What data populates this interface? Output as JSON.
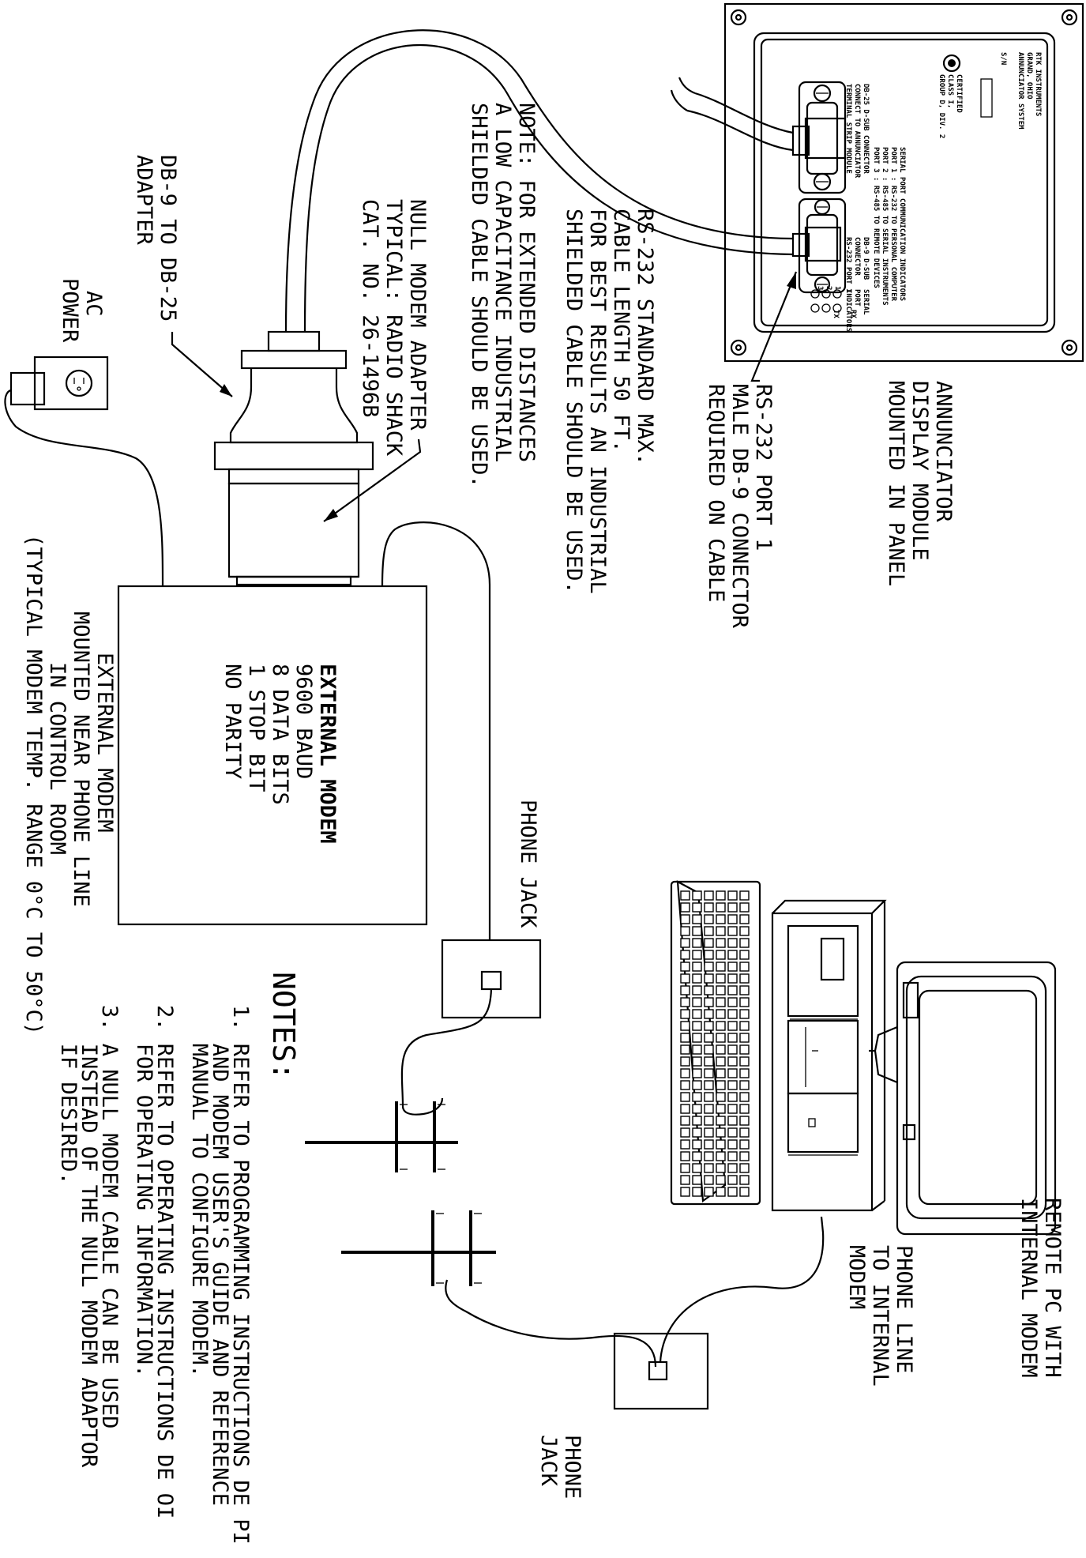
{
  "annunciator": {
    "label_lines": [
      "ANNUNCIATOR",
      "DISPLAY MODULE",
      "MOUNTED IN PANEL"
    ],
    "panel_header": [
      "RTK INSTRUMENTS",
      "GRAND, OHIO",
      "ANNUNCIATOR SYSTEM"
    ],
    "sn_label": "S/N",
    "cert_lines": [
      "CERTIFIED",
      "CLASS I,",
      "GROUP D, DIV. 2"
    ],
    "serial_title": "SERIAL PORT COMMUNICATION INDICATORS",
    "serial_lines": [
      "PORT 1 : RS-232 TO PERSONAL COMPUTER",
      "PORT 2 : RS-485 TO SERIAL INSTRUMENTS",
      "PORT 3 : RS-485 TO REMOTE DEVICES"
    ],
    "db25_lines": [
      "DB-25 D-SUB CONNECTOR",
      "CONNECT TO ANNUNCIATOR",
      "TERMINAL STRIP MODULE"
    ],
    "db9_lines": [
      "DB-9 D-SUB",
      "CONNECTOR",
      "RS-232 PORT 1"
    ],
    "indicator_head": [
      "SERIAL",
      "PORT",
      "INDICATORS"
    ],
    "rx_label": "RX",
    "tx_label": "TX",
    "port_numbers": [
      "1",
      "2",
      "3"
    ]
  },
  "rs232_port": {
    "lines": [
      "RS-232 PORT 1",
      "MALE DB-9 CONNECTOR",
      "REQUIRED ON CABLE"
    ]
  },
  "cable_note": {
    "lines": [
      "RS-232 STANDARD MAX.",
      "CABLE LENGTH 50 FT.",
      "FOR BEST RESULTS AN INDUSTRIAL",
      "SHIELDED CABLE SHOULD BE USED."
    ]
  },
  "distance_note": {
    "lines": [
      "NOTE: FOR EXTENDED DISTANCES",
      "A LOW CAPACITANCE INDUSTRIAL",
      "SHIELDED CABLE SHOULD BE USED."
    ]
  },
  "null_modem": {
    "lines": [
      "NULL MODEM ADAPTER",
      "TYPICAL: RADIO SHACK",
      "CAT. NO. 26-1496B"
    ]
  },
  "adapter": {
    "lines": [
      "DB-9 TO DB-25",
      "ADAPTER"
    ]
  },
  "ac_power": {
    "lines": [
      "AC",
      "POWER"
    ]
  },
  "modem_box": {
    "title": "EXTERNAL MODEM",
    "specs": [
      "9600 BAUD",
      "8 DATA BITS",
      "1 STOP BIT",
      "NO PARITY"
    ]
  },
  "modem_caption": {
    "lines": [
      "EXTERNAL MODEM",
      "MOUNTED NEAR PHONE LINE",
      "IN CONTROL ROOM",
      "(TYPICAL MODEM TEMP. RANGE 0°C TO 50°C)"
    ]
  },
  "phone_jack_1": {
    "label": "PHONE JACK"
  },
  "phone_jack_2": {
    "lines": [
      "PHONE",
      "JACK"
    ]
  },
  "remote_pc": {
    "lines": [
      "REMOTE PC WITH",
      "INTERNAL MODEM"
    ]
  },
  "phone_line_internal": {
    "lines": [
      "PHONE LINE",
      "TO INTERNAL",
      "MODEM"
    ]
  },
  "notes": {
    "title": "NOTES:",
    "items": [
      [
        "1. REFER TO PROGRAMMING INSTRUCTIONS DE PI",
        "   AND MODEM USER'S GUIDE AND REFERENCE",
        "   MANUAL TO CONFIGURE MODEM."
      ],
      [
        "2. REFER TO OPERATING INSTRUCTIONS DE OI",
        "   FOR OPERATING INFORMATION."
      ],
      [
        "3. A NULL MODEM CABLE CAN BE USED",
        "   INSTEAD OF THE NULL MODEM ADAPTOR",
        "   IF DESIRED."
      ]
    ]
  }
}
